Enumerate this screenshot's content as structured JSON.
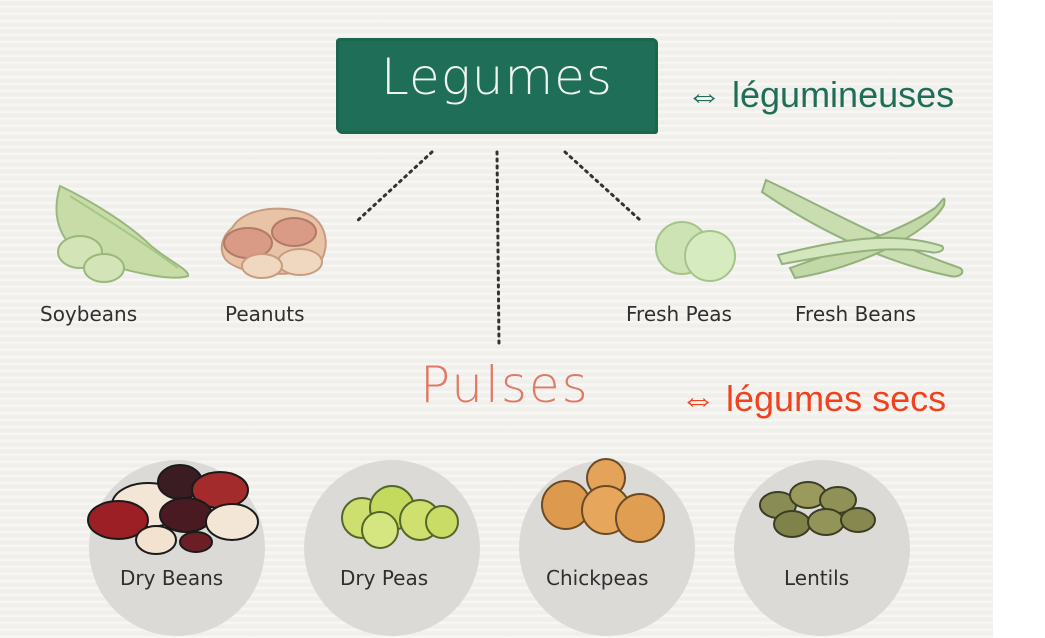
{
  "title": "Legumes",
  "title_translation": "⇔ légumineuses",
  "subtitle": "Pulses",
  "subtitle_translation": "⇔ légumes secs",
  "legumes_items": [
    {
      "label": "Soybeans"
    },
    {
      "label": "Peanuts"
    },
    {
      "label": "Fresh Peas"
    },
    {
      "label": "Fresh Beans"
    }
  ],
  "pulses_items": [
    {
      "label": "Dry Beans"
    },
    {
      "label": "Dry Peas"
    },
    {
      "label": "Chickpeas"
    },
    {
      "label": "Lentils"
    }
  ],
  "colors": {
    "legumes_box": "#1f6e57",
    "legumineuses_text": "#1f6e57",
    "pulses_text": "#e07a66",
    "secs_text": "#f0421c",
    "circle": "#dcdad6"
  }
}
